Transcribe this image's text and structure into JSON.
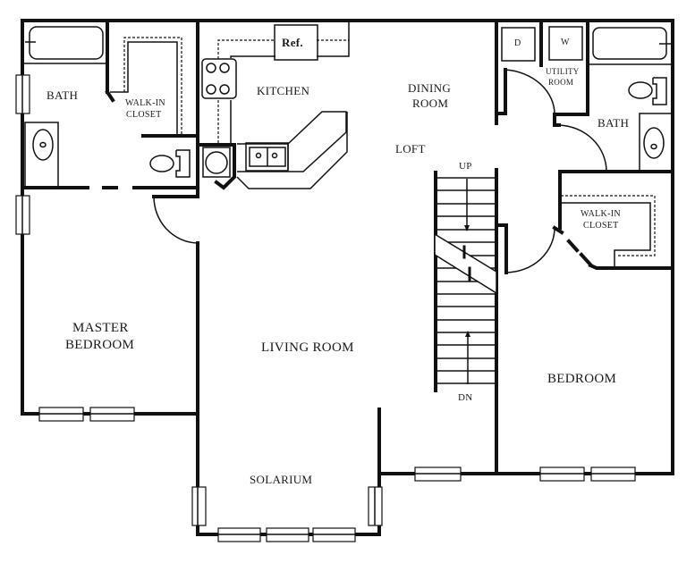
{
  "floor_plan": {
    "rooms": {
      "bath_left": "BATH",
      "walk_in_closet_left_1": "WALK-IN",
      "walk_in_closet_left_2": "CLOSET",
      "kitchen": "KITCHEN",
      "refrigerator": "Ref.",
      "dining_room_1": "DINING",
      "dining_room_2": "ROOM",
      "loft": "LOFT",
      "dryer": "D",
      "washer": "W",
      "utility_room_1": "UTILITY",
      "utility_room_2": "ROOM",
      "bath_right": "BATH",
      "walk_in_closet_right_1": "WALK-IN",
      "walk_in_closet_right_2": "CLOSET",
      "master_bedroom_1": "MASTER",
      "master_bedroom_2": "BEDROOM",
      "living_room": "LIVING ROOM",
      "bedroom": "BEDROOM",
      "solarium": "SOLARIUM"
    },
    "stairs": {
      "up": "UP",
      "down": "DN"
    },
    "colors": {
      "line": "#111111",
      "background": "#ffffff"
    }
  }
}
